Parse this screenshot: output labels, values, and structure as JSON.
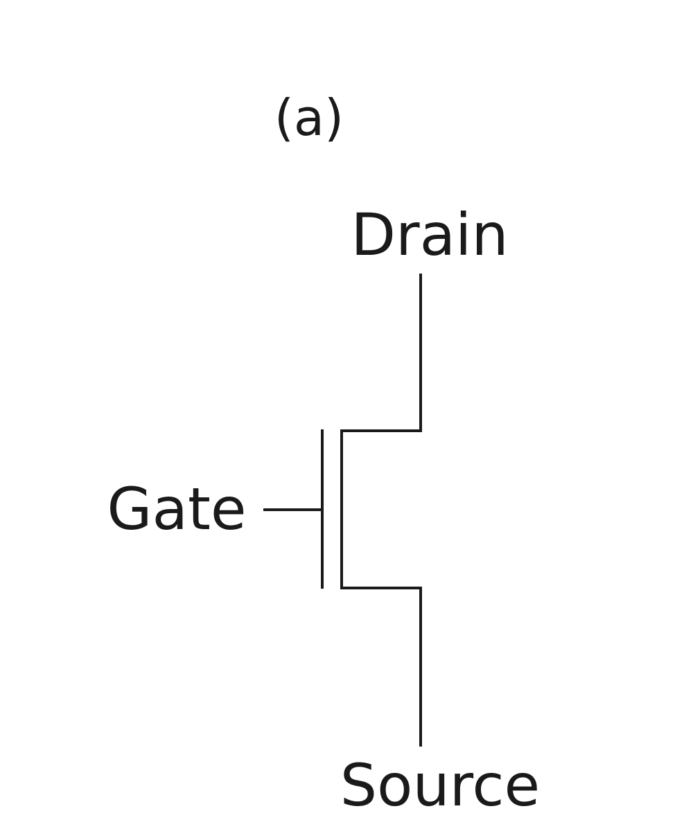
{
  "diagram": {
    "panel_label": "(a)",
    "terminals": {
      "drain": "Drain",
      "gate": "Gate",
      "source": "Source"
    },
    "colors": {
      "stroke": "#1a1a1a",
      "text": "#1a1a1a",
      "background": "#ffffff"
    }
  }
}
